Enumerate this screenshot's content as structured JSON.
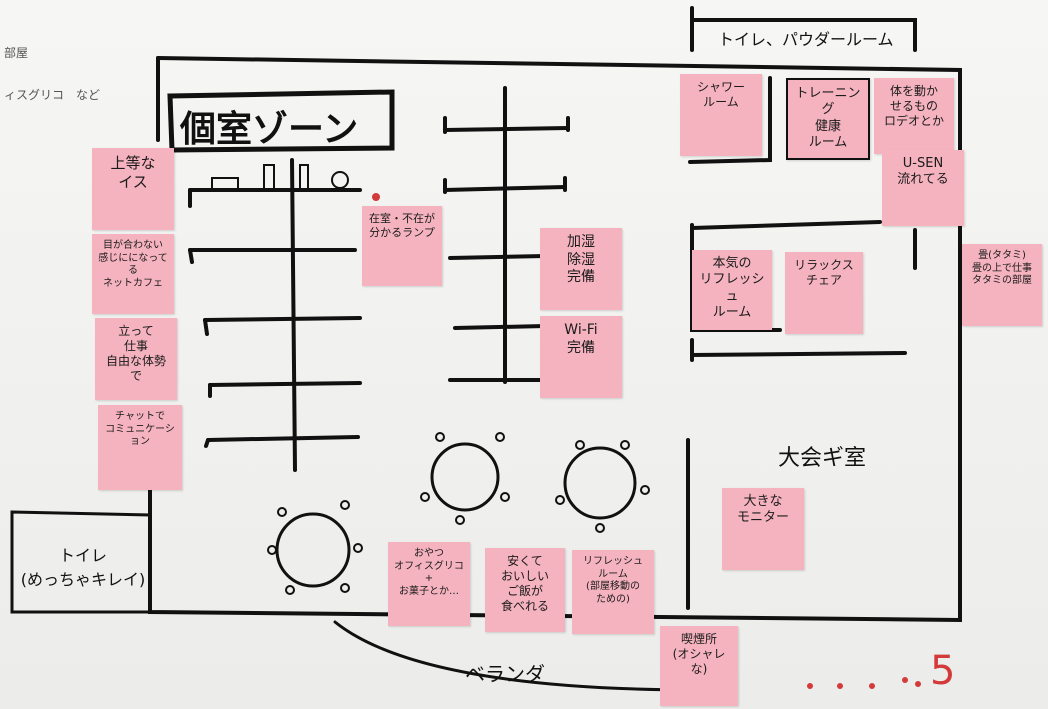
{
  "bg_text": {
    "line1": "部屋",
    "line2": "ィスグリコ　など"
  },
  "labels": {
    "zone_title": "個室ゾーン",
    "toilet_powder": "トイレ、パウダールーム",
    "toilet": "トイレ\n(めっちゃキレイ)",
    "big_meeting": "大会ギ室",
    "veranda": "ベランダ",
    "page_number": "5"
  },
  "notes": {
    "chair": "上等な\nイス",
    "net_cafe": "目が合わない\n感じにになってる\nネットカフェ",
    "standing": "立って\n仕事\n自由な体勢で",
    "chat": "チャットで\nコミュニケーション",
    "lamp": "在室・不在が\n分かるランプ",
    "humid": "加湿\n除湿\n完備",
    "wifi": "Wi-Fi\n完備",
    "shower": "シャワー\nルーム",
    "training": "トレーニング\n健康\nルーム",
    "body": "体を動か\nせるもの\nロデオとか",
    "usen": "U-SEN\n流れてる",
    "refresh_room": "本気の\nリフレッシュ\nルーム",
    "relax_chair": "リラックス\nチェア",
    "tatami": "畳(タタミ)\n畳の上で仕事\nタタミの部屋",
    "monitor": "大きな\nモニター",
    "snack": "おやつ\nオフィスグリコ\n+\nお菓子とか…",
    "meal": "安くて\nおいしい\nご飯が\n食べれる",
    "refresh_lounge": "リフレッシュ\nルーム\n(部屋移動の\nための)",
    "smoking": "喫煙所\n(オシャレな)"
  },
  "colors": {
    "note": "#f5b3bf",
    "ink": "#111111",
    "red": "#d33a3a"
  }
}
